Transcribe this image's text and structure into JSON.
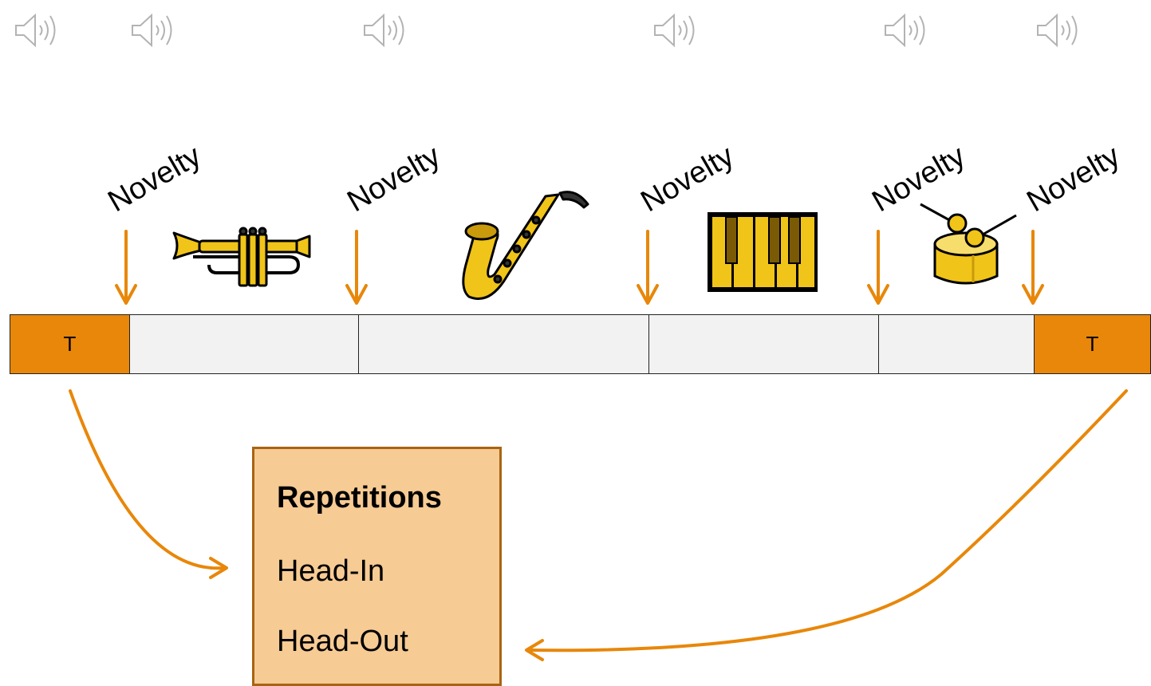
{
  "segments": {
    "first_label": "T",
    "last_label": "T"
  },
  "novelty_labels": [
    "Novelty",
    "Novelty",
    "Novelty",
    "Novelty",
    "Novelty"
  ],
  "repetitions_box": {
    "title": "Repetitions",
    "items": [
      "Head-In",
      "Head-Out"
    ]
  },
  "icons": {
    "speakers": [
      "speaker-icon",
      "speaker-icon",
      "speaker-icon",
      "speaker-icon",
      "speaker-icon",
      "speaker-icon"
    ],
    "instruments": [
      "trumpet-icon",
      "saxophone-icon",
      "piano-icon",
      "drum-icon"
    ]
  },
  "colors": {
    "accent": "#e8870a",
    "box_fill": "#f6cb94",
    "box_border": "#a86412",
    "segment_fill": "#f2f2f2",
    "instrument_gold": "#f0c419"
  }
}
